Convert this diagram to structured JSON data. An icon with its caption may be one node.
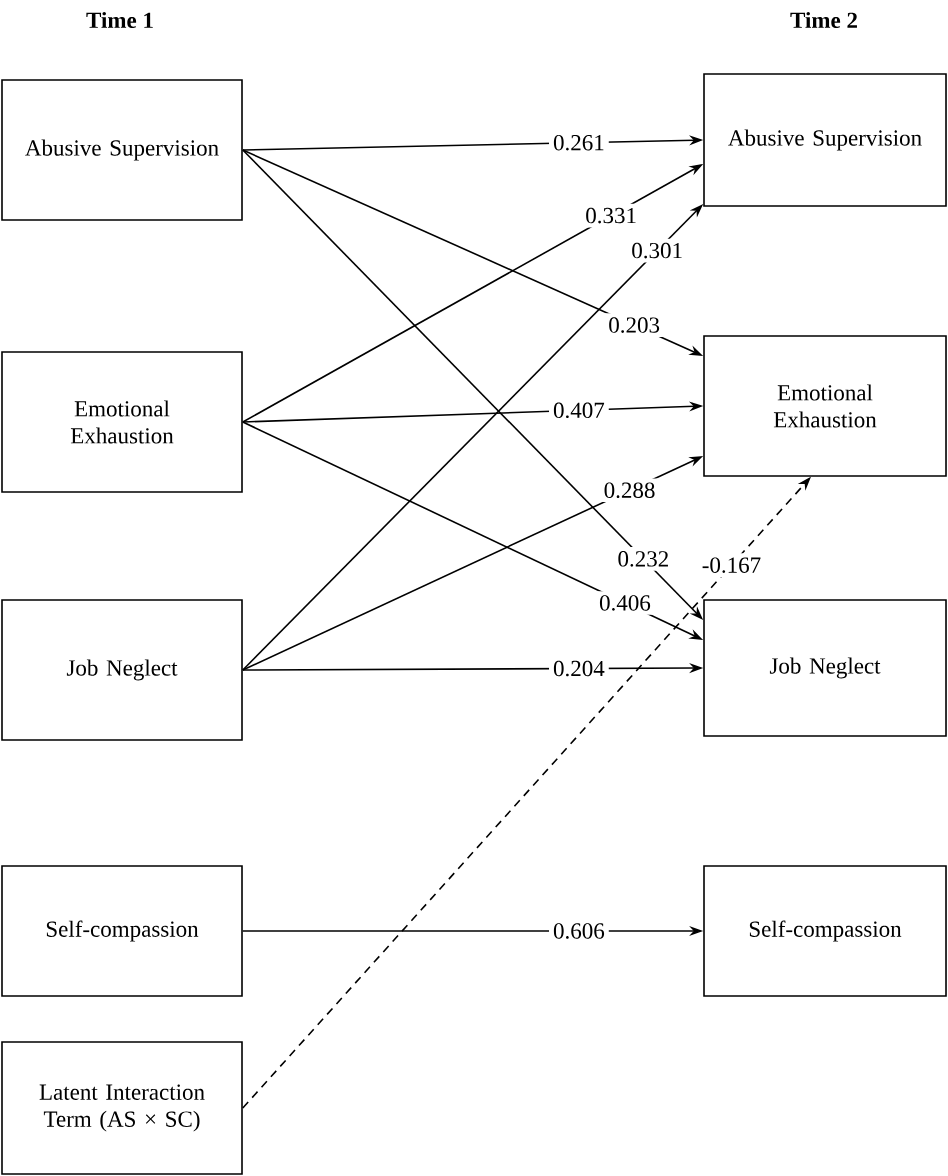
{
  "diagram": {
    "nodes": [
      {
        "text": [
          "Abusive Supervision"
        ]
      },
      {
        "text": [
          "Emotional Exhaustion"
        ]
      },
      {
        "text": [
          "Job Neglect"
        ]
      },
      {
        "text": [
          "Self-compassion"
        ]
      },
      {
        "text": [
          "Latent Interaction Term (AS × SC)"
        ]
      },
      {
        "text": [
          "Abusive Supervision"
        ]
      },
      {
        "text": [
          "Emotional Exhaustion"
        ]
      },
      {
        "text": [
          "Job Neglect"
        ]
      },
      {
        "text": [
          "Self-compassion"
        ]
      }
    ],
    "edges": [
      {
        "from": 0,
        "to": 5,
        "arrow": "to",
        "label": "0.261"
      },
      {
        "from": 0,
        "to": 6,
        "arrow": "to",
        "label": "0.203"
      },
      {
        "from": 0,
        "to": 7,
        "arrow": "to",
        "label": "0.232"
      },
      {
        "from": 1,
        "to": 5,
        "arrow": "to",
        "label": "0.331"
      },
      {
        "from": 1,
        "to": 6,
        "arrow": "to",
        "label": "0.407"
      },
      {
        "from": 1,
        "to": 7,
        "arrow": "to",
        "label": "0.406"
      },
      {
        "from": 2,
        "to": 5,
        "arrow": "to",
        "label": "0.301"
      },
      {
        "from": 2,
        "to": 6,
        "arrow": "to",
        "label": "0.288"
      },
      {
        "from": 2,
        "to": 7,
        "arrow": "to",
        "label": "0.204"
      },
      {
        "from": 3,
        "to": 8,
        "arrow": "to",
        "label": "0.606"
      },
      {
        "from": 4,
        "to": 6,
        "arrow": "to",
        "label": "-0.167",
        "style": "dashed"
      }
    ],
    "labels": [
      "Time 1",
      "Time 2"
    ]
  }
}
